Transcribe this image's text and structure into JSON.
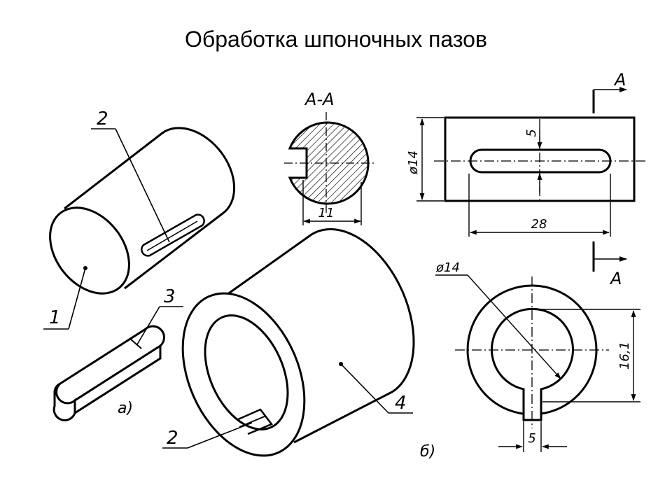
{
  "slide": {
    "title": "Обработка шпоночных пазов"
  },
  "drawing": {
    "colors": {
      "ink": "#000000",
      "paper": "#ffffff"
    },
    "labels": {
      "part1": "1",
      "part2": "2",
      "part3": "3",
      "part4": "4",
      "part2_bushing": "2",
      "caption_a": "а)",
      "caption_b": "б)"
    },
    "section": {
      "title": "А-А",
      "dim_width": "11"
    },
    "shaft_view": {
      "dim_diameter": "ø14",
      "dim_slot_width": "5",
      "dim_length": "28",
      "section_mark_top": "А",
      "section_mark_bottom": "А"
    },
    "bushing_view": {
      "dim_diameter": "ø14",
      "dim_keyway_depth": "16,1",
      "dim_keyway_width": "5"
    }
  }
}
